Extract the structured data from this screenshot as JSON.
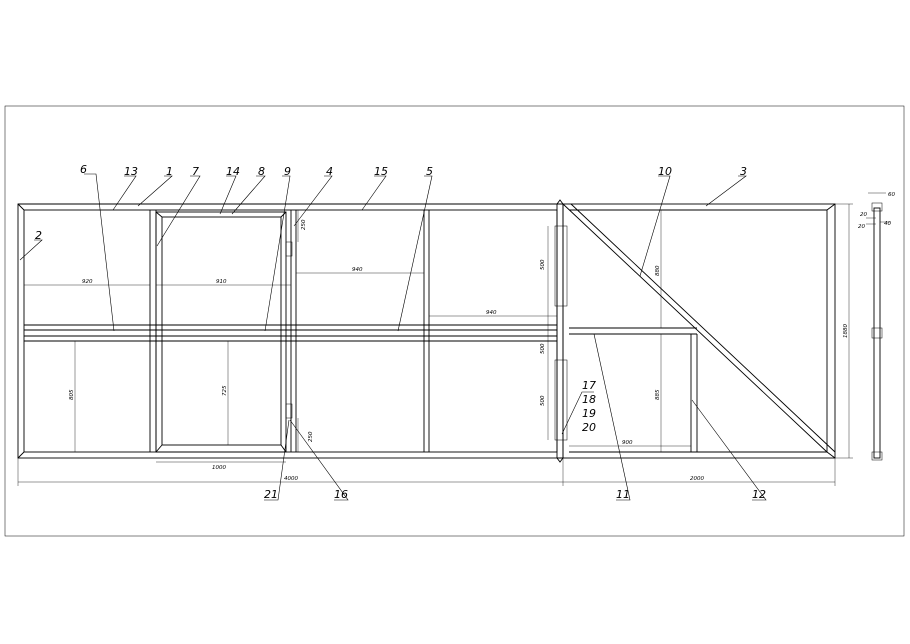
{
  "callouts": {
    "c1": "1",
    "c2": "2",
    "c3": "3",
    "c4": "4",
    "c5": "5",
    "c6": "6",
    "c7": "7",
    "c8": "8",
    "c9": "9",
    "c10": "10",
    "c11": "11",
    "c12": "12",
    "c13": "13",
    "c14": "14",
    "c15": "15",
    "c16": "16",
    "c17": "17",
    "c18": "18",
    "c19": "19",
    "c20": "20",
    "c21": "21"
  },
  "dimensions": {
    "d920": "920",
    "d910": "910",
    "d940a": "940",
    "d940b": "940",
    "d250a": "250",
    "d250b": "250",
    "d805": "805",
    "d725": "725",
    "d1000": "1000",
    "d4000": "4000",
    "d2000": "2000",
    "d900": "900",
    "d880": "880",
    "d885": "885",
    "d1880": "1880",
    "d500a": "500",
    "d500b": "500",
    "d500c": "500",
    "d60": "60",
    "d20a": "20",
    "d20b": "20",
    "d40": "40"
  }
}
